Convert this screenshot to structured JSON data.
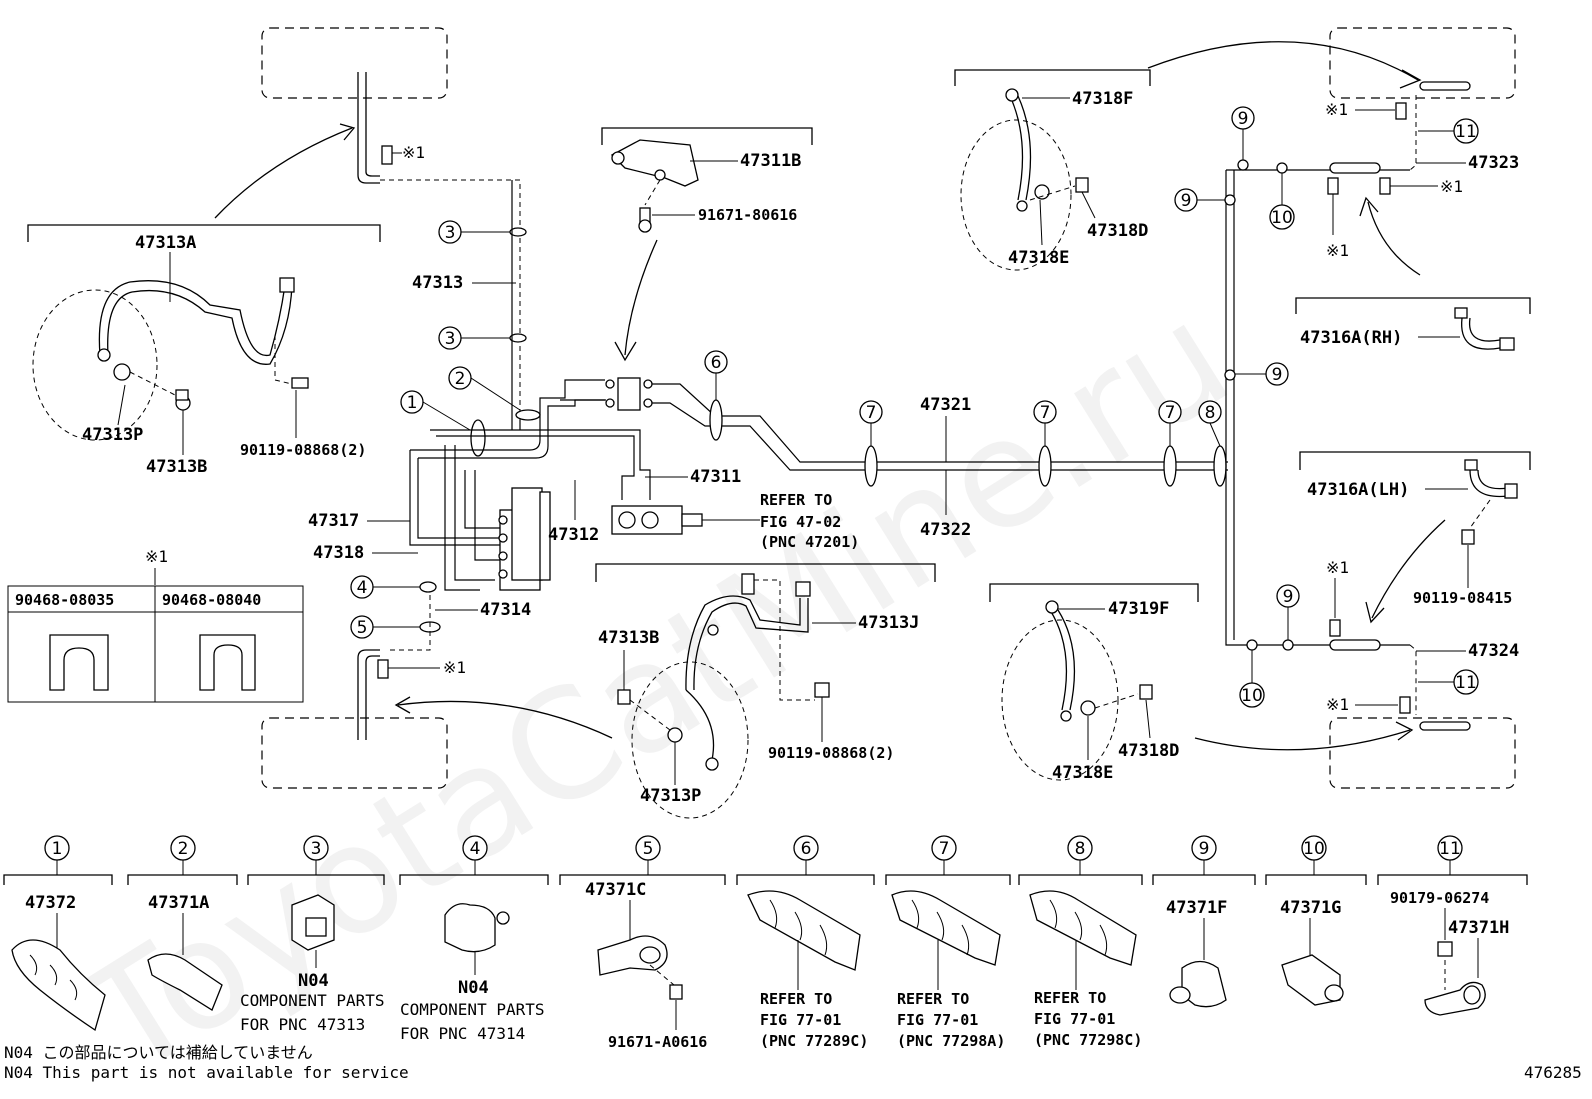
{
  "watermark": "ToyotaCatMine.ru",
  "figure_id": "476285",
  "labels": {
    "p47313A": "47313A",
    "p47313P_l": "47313P",
    "p47313B_l": "47313B",
    "p90119_08868_l": "90119-08868(2)",
    "p47313": "47313",
    "p47317": "47317",
    "p47318": "47318",
    "p47314": "47314",
    "p47312": "47312",
    "p47311": "47311",
    "p47311B": "47311B",
    "p91671_80616": "91671-80616",
    "p47321": "47321",
    "p47322": "47322",
    "p47313B_c": "47313B",
    "p47313J": "47313J",
    "p90119_08868_c": "90119-08868(2)",
    "p47313P_c": "47313P",
    "p47318F": "47318F",
    "p47318D_t": "47318D",
    "p47318E_t": "47318E",
    "p47319F": "47319F",
    "p47318D_b": "47318D",
    "p47318E_b": "47318E",
    "p47323": "47323",
    "p47324": "47324",
    "p47316A_RH": "47316A(RH)",
    "p47316A_LH": "47316A(LH)",
    "p90119_08415": "90119-08415",
    "refer_mc_1": "REFER TO",
    "refer_mc_2": "FIG 47-02",
    "refer_mc_3": "(PNC 47201)",
    "mark1": "※1"
  },
  "callouts": [
    "1",
    "2",
    "3",
    "4",
    "5",
    "6",
    "7",
    "8",
    "9",
    "10",
    "11"
  ],
  "clip_table": {
    "header_mark": "※1",
    "col1": "90468-08035",
    "col2": "90468-08040"
  },
  "legend": {
    "item1_part": "47372",
    "item2_part": "47371A",
    "item3_part": "N04",
    "item3_note1": "COMPONENT PARTS",
    "item3_note2": "FOR PNC 47313",
    "item4_part": "N04",
    "item4_note1": "COMPONENT PARTS",
    "item4_note2": "FOR PNC 47314",
    "item5_part": "47371C",
    "item5_bolt": "91671-A0616",
    "item6_ref1": "REFER TO",
    "item6_ref2": "FIG 77-01",
    "item6_ref3": "(PNC 77289C)",
    "item7_ref1": "REFER TO",
    "item7_ref2": "FIG 77-01",
    "item7_ref3": "(PNC 77298A)",
    "item8_ref1": "REFER TO",
    "item8_ref2": "FIG 77-01",
    "item8_ref3": "(PNC 77298C)",
    "item9_part": "47371F",
    "item10_part": "47371G",
    "item11_bolt": "90179-06274",
    "item11_part": "47371H"
  },
  "footnotes": {
    "line1": "N04 この部品については補給していません",
    "line2": "N04 This part is not available for service"
  }
}
